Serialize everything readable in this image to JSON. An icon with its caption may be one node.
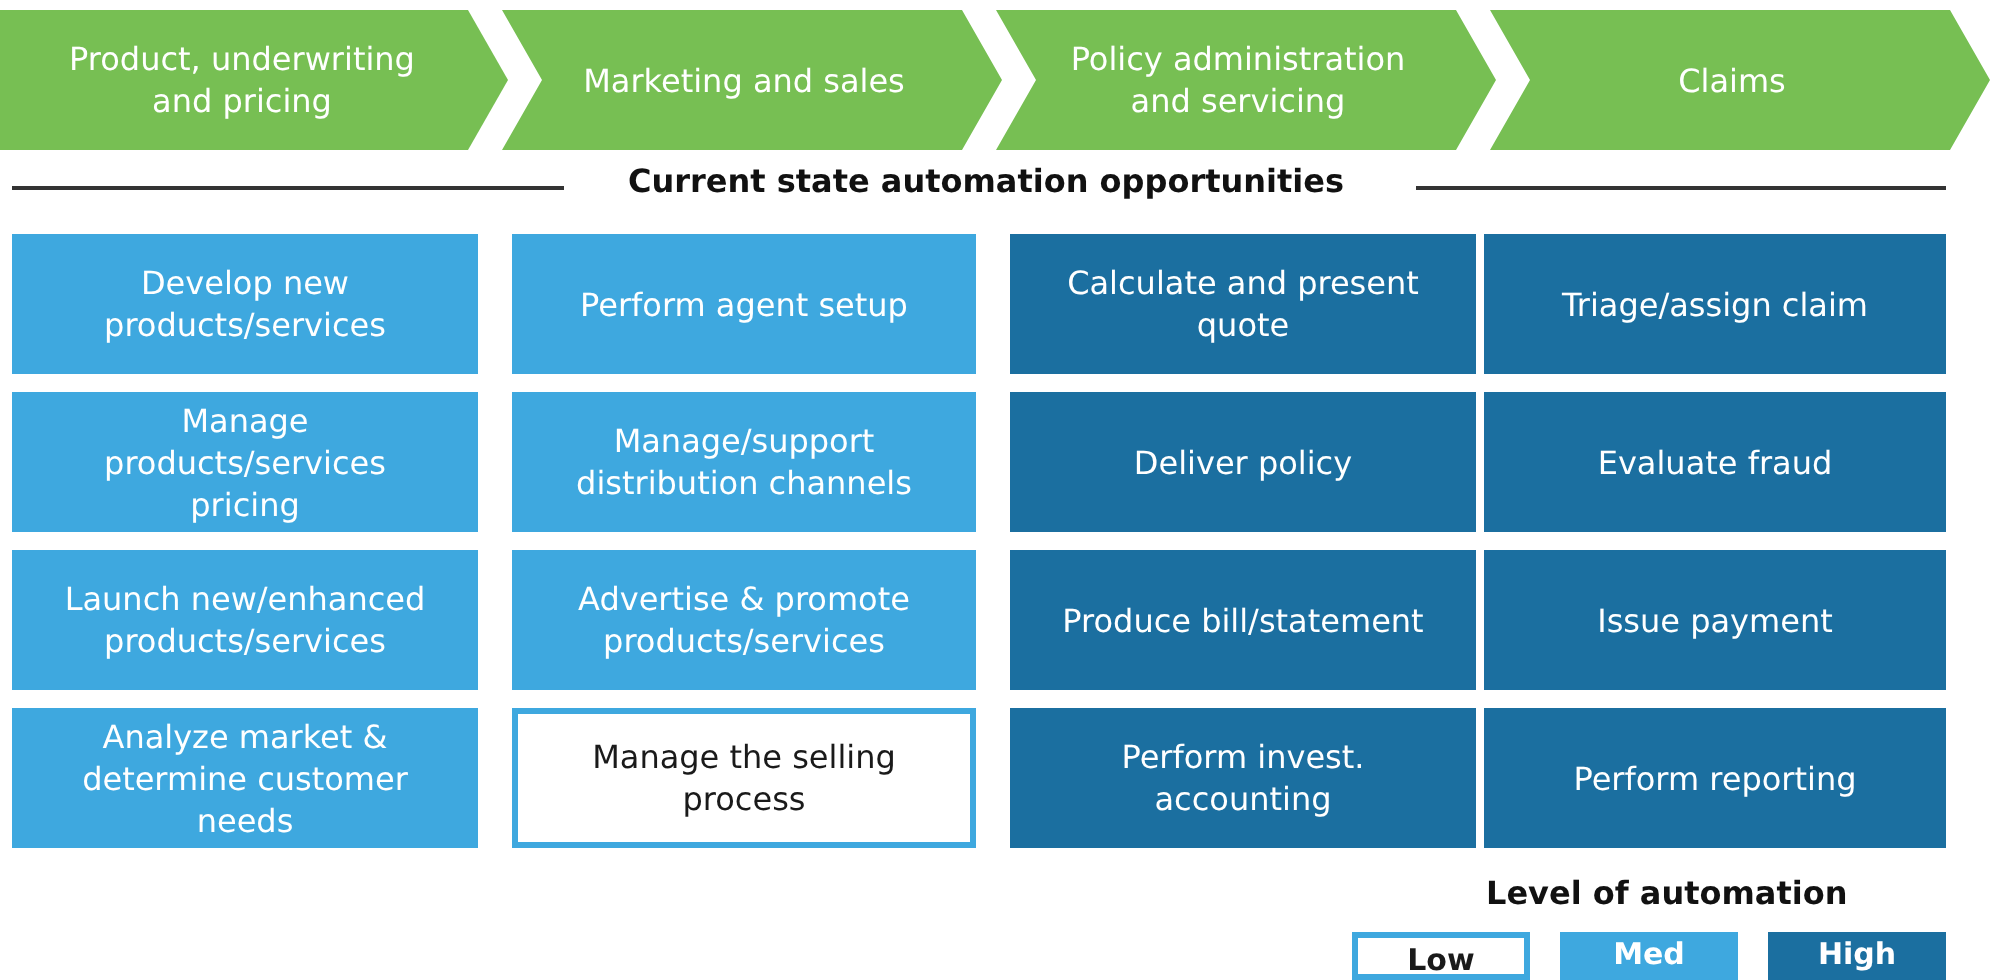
{
  "diagram": {
    "nodes": [
      {
        "text": [
          "Product, underwriting and pricing"
        ]
      },
      {
        "text": [
          "Marketing and sales"
        ]
      },
      {
        "text": [
          "Policy administration and servicing"
        ]
      },
      {
        "text": [
          "Claims"
        ]
      },
      {
        "text": [
          "Develop new products/services"
        ]
      },
      {
        "text": [
          "Perform agent setup"
        ]
      },
      {
        "text": [
          "Calculate and present quote"
        ]
      },
      {
        "text": [
          "Triage/assign claim"
        ]
      },
      {
        "text": [
          "Manage products/services pricing"
        ]
      },
      {
        "text": [
          "Manage/support distribution channels"
        ]
      },
      {
        "text": [
          "Deliver policy"
        ]
      },
      {
        "text": [
          "Evaluate fraud"
        ]
      },
      {
        "text": [
          "Launch new/enhanced products/services"
        ]
      },
      {
        "text": [
          "Advertise & promote products/services"
        ]
      },
      {
        "text": [
          "Produce bill/statement"
        ]
      },
      {
        "text": [
          "Issue payment"
        ]
      },
      {
        "text": [
          "Analyze market & determine customer needs"
        ]
      },
      {
        "text": [
          "Manage the selling process"
        ]
      },
      {
        "text": [
          "Perform invest. accounting"
        ]
      },
      {
        "text": [
          "Perform reporting"
        ]
      }
    ],
    "labels": [
      "Current state automation opportunities",
      "Level of automation"
    ],
    "legend": [
      {
        "text": "Low",
        "color": "#ffffff"
      },
      {
        "text": "Med",
        "color": "#3ea8df"
      },
      {
        "text": "High",
        "color": "#1b6fa0"
      }
    ]
  }
}
